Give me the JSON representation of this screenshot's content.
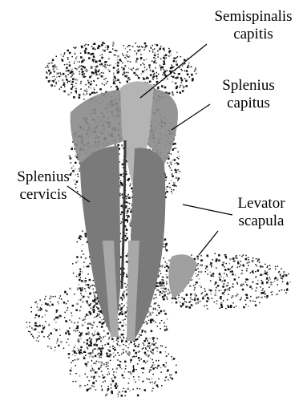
{
  "labels": {
    "semispinalis": {
      "line1": "Semispinalis",
      "line2": "capitis"
    },
    "splenius_capitus": {
      "line1": "Splenius",
      "line2": "capitus"
    },
    "splenius_cervicis": {
      "line1": "Splenius",
      "line2": "cervicis"
    },
    "levator": {
      "line1": "Levator",
      "line2": "scapula"
    }
  },
  "colors": {
    "muscle_light": "#a8a8a8",
    "muscle_dark": "#6e6e6e",
    "ink": "#000000",
    "background": "#ffffff"
  }
}
